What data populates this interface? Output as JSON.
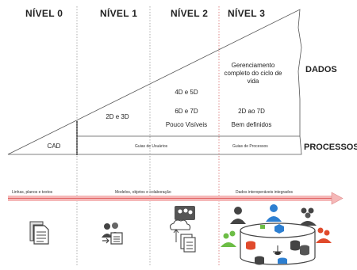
{
  "levels": {
    "l0": "NÍVEL 0",
    "l1": "NÍVEL 1",
    "l2": "NÍVEL 2",
    "l3": "NÍVEL 3"
  },
  "side_labels": {
    "dados": "DADOS",
    "processos": "PROCESSOS"
  },
  "triangle": {
    "cad": "CAD",
    "l1_text": "2D e 3D",
    "l2_top": "4D e 5D",
    "l2_mid": "6D e 7D",
    "l2_bottom": "Pouco Visíveis",
    "l3_top": "Gerenciamento completo do ciclo de vida",
    "l3_mid": "2D ao 7D",
    "l3_bottom": "Bem definidos"
  },
  "processes": {
    "users": "Guias de Usuários",
    "process": "Guias de Processos"
  },
  "arrow": {
    "seg0": "Linhas, planos e textos",
    "seg1": "Modelos, objetos e colaboração",
    "seg2": "Dados interoperáveis integrados"
  },
  "colors": {
    "arrow": "#f2a7a7",
    "arrow_line": "#d94a4a",
    "divider": "#999999",
    "red_divider": "#d86a6a",
    "triangle_line": "#555555"
  },
  "icons": [
    "document-icon",
    "users-document-icon",
    "cloud-documents-icon",
    "integrated-data-cluster-icon"
  ]
}
